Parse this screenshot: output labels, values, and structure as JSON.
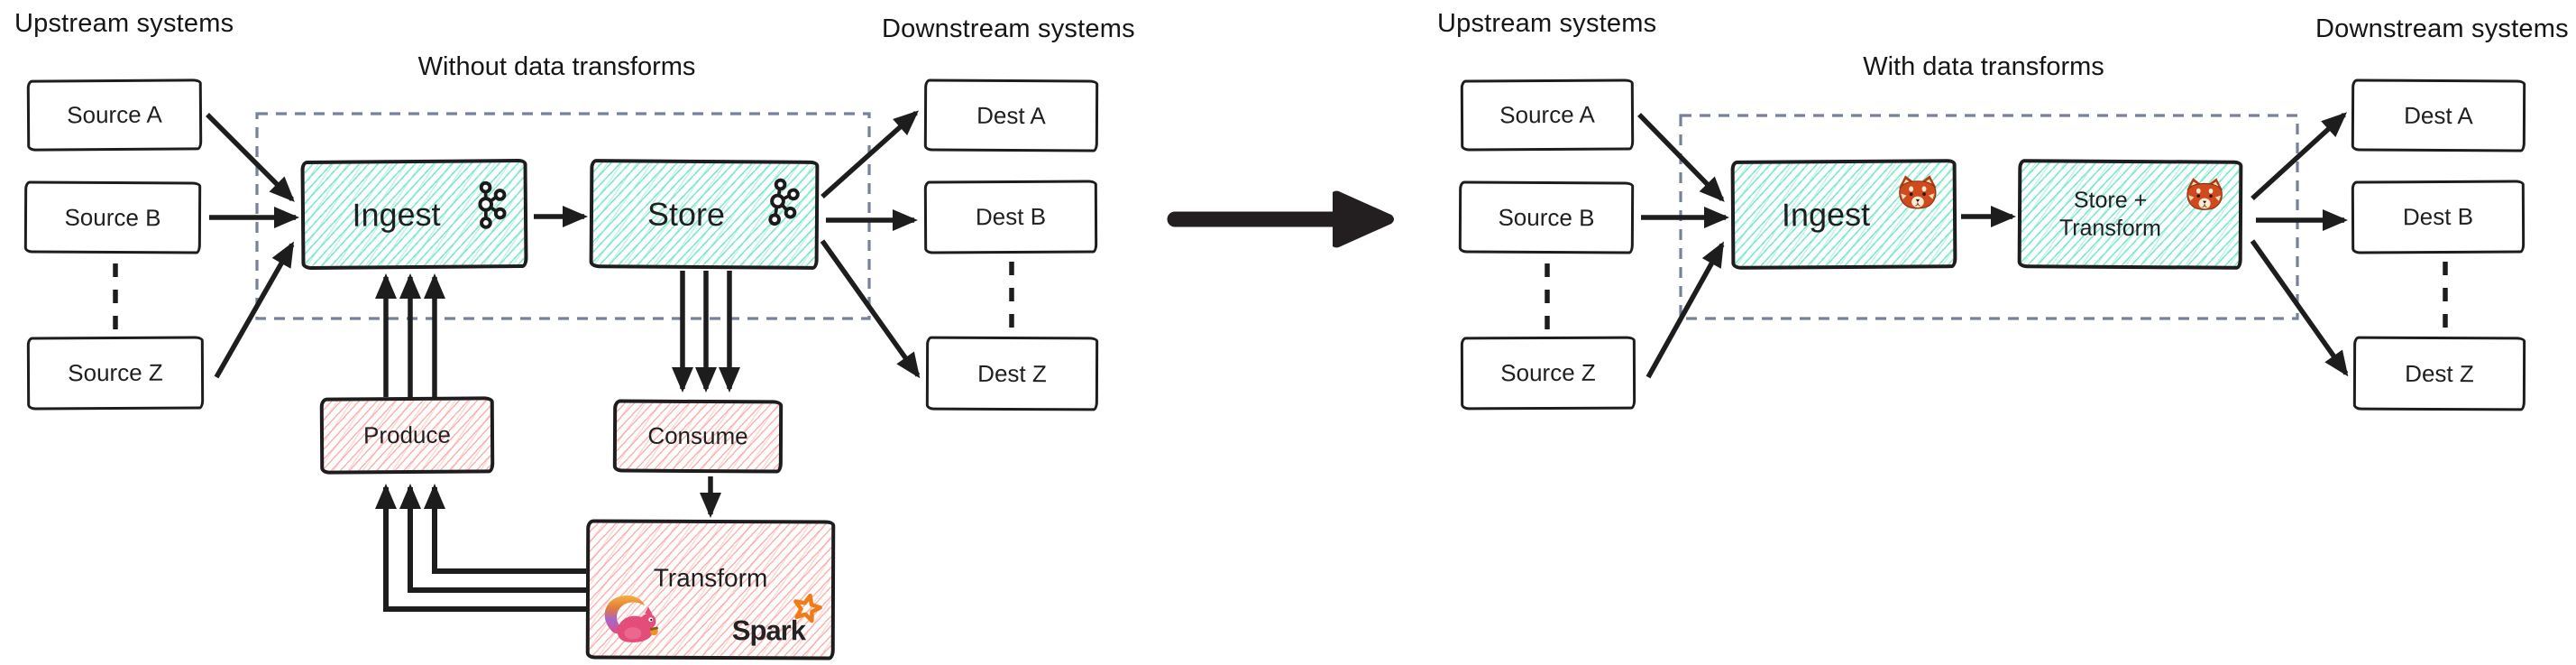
{
  "colors": {
    "ink": "#1d1d1d",
    "teal_hatch": "#7be7c8",
    "pink_hatch": "#f6a69e",
    "dashed_boundary": "#76829c",
    "spark_orange": "#ee7d18",
    "redpanda_orange": "#cf4b1d",
    "flink_pink": "#e44d79"
  },
  "left": {
    "upstream_heading": "Upstream systems",
    "title": "Without data transforms",
    "downstream_heading": "Downstream systems",
    "sources": [
      "Source A",
      "Source B",
      "Source Z"
    ],
    "dests": [
      "Dest A",
      "Dest B",
      "Dest Z"
    ],
    "ingest_label": "Ingest",
    "store_label": "Store",
    "produce_label": "Produce",
    "consume_label": "Consume",
    "transform_label": "Transform",
    "spark_label": "Spark",
    "ingest_icon": "kafka-logo",
    "store_icon": "kafka-logo",
    "transform_icons": [
      "flink-squirrel",
      "spark-logo"
    ]
  },
  "right": {
    "upstream_heading": "Upstream systems",
    "title": "With data transforms",
    "downstream_heading": "Downstream systems",
    "sources": [
      "Source A",
      "Source B",
      "Source Z"
    ],
    "dests": [
      "Dest A",
      "Dest B",
      "Dest Z"
    ],
    "ingest_label": "Ingest",
    "store_label_line1": "Store +",
    "store_label_line2": "Transform",
    "ingest_icon": "redpanda",
    "store_icon": "redpanda"
  }
}
